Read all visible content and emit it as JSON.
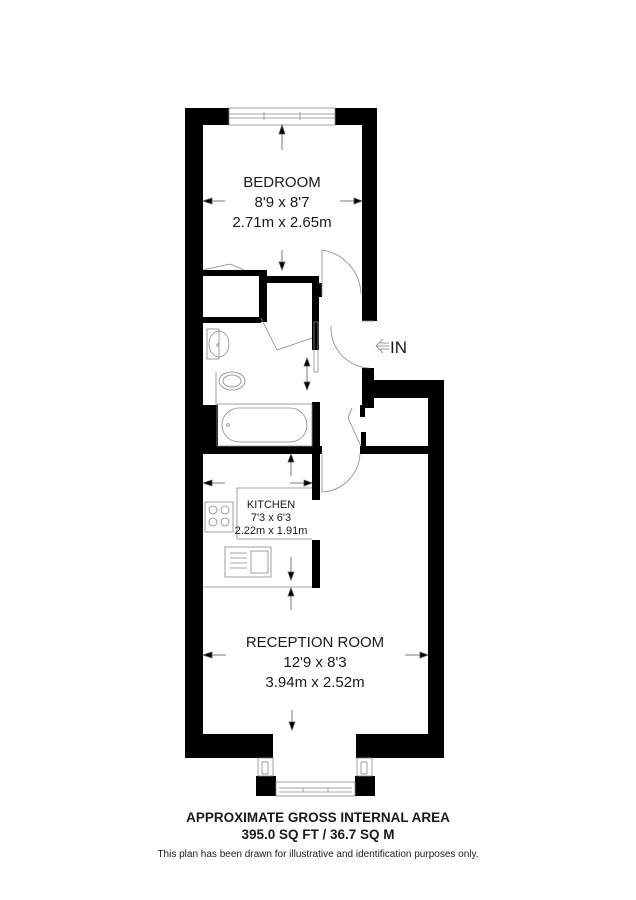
{
  "rooms": {
    "bedroom": {
      "name": "BEDROOM",
      "imperial": "8'9 x 8'7",
      "metric": "2.71m x 2.65m"
    },
    "kitchen": {
      "name": "KITCHEN",
      "imperial": "7'3 x 6'3",
      "metric": "2.22m x 1.91m"
    },
    "reception": {
      "name": "RECEPTION ROOM",
      "imperial": "12'9 x 8'3",
      "metric": "3.94m x 2.52m"
    }
  },
  "entrance": {
    "label": "IN",
    "icon": "arrow-left-icon"
  },
  "footer": {
    "area_title": "APPROXIMATE GROSS INTERNAL AREA",
    "area_value": "395.0 SQ FT / 36.7 SQ M",
    "disclaimer": "This plan has been drawn for illustrative and identification purposes only."
  },
  "colors": {
    "wall": "#000000",
    "fixture_line": "#888888",
    "background": "#ffffff"
  }
}
